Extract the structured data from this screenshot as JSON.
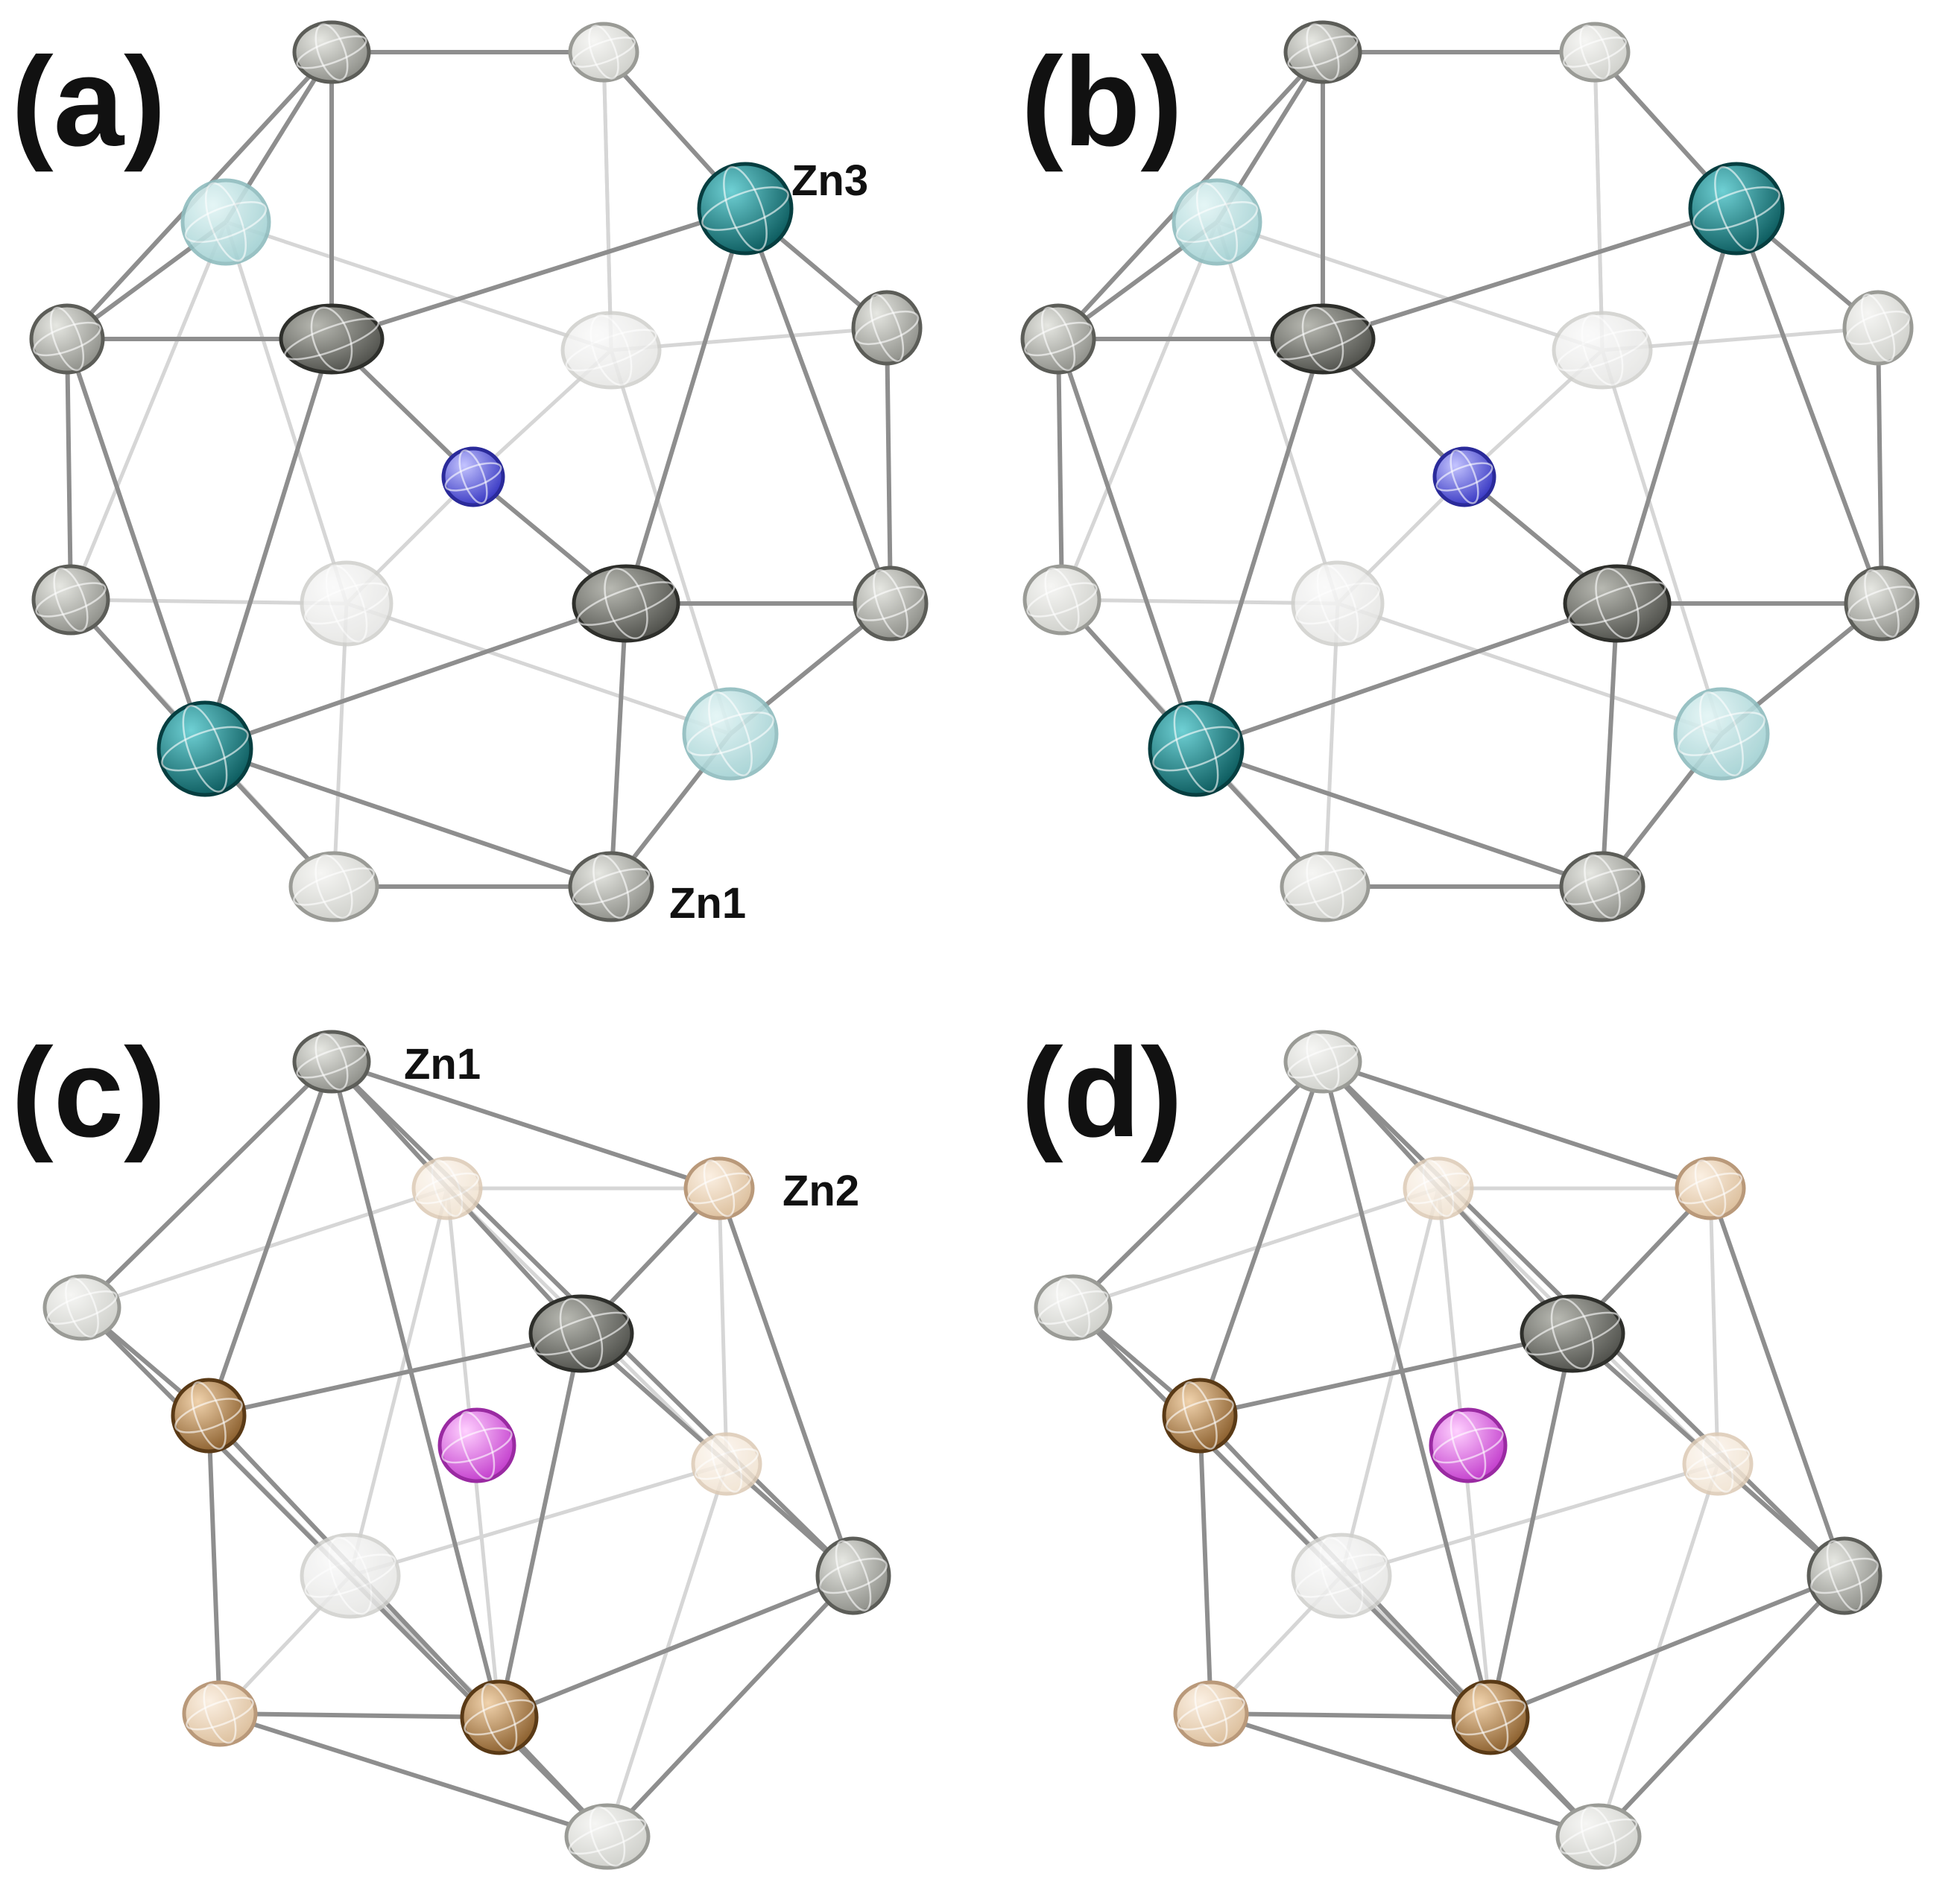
{
  "panels": [
    {
      "id": "a",
      "label": "(a)",
      "atom_labels": [
        {
          "text": "Zn3"
        },
        {
          "text": "Zn1"
        }
      ]
    },
    {
      "id": "b",
      "label": "(b)",
      "atom_labels": []
    },
    {
      "id": "c",
      "label": "(c)",
      "atom_labels": [
        {
          "text": "Zn1"
        },
        {
          "text": "Zn2"
        }
      ]
    },
    {
      "id": "d",
      "label": "(d)",
      "atom_labels": []
    }
  ],
  "colors": {
    "zn1_dark": "#6e6f68",
    "zn1_light": "#c9cac4",
    "zn3_teal": "#137a7e",
    "zn3_light": "#a8d6d7",
    "zn2_bronze": "#b98a55",
    "zn2_light": "#e6cfb4",
    "center_blue": "#5a5ad8",
    "center_magenta": "#e062e8",
    "bond": "#8a8a8a"
  }
}
